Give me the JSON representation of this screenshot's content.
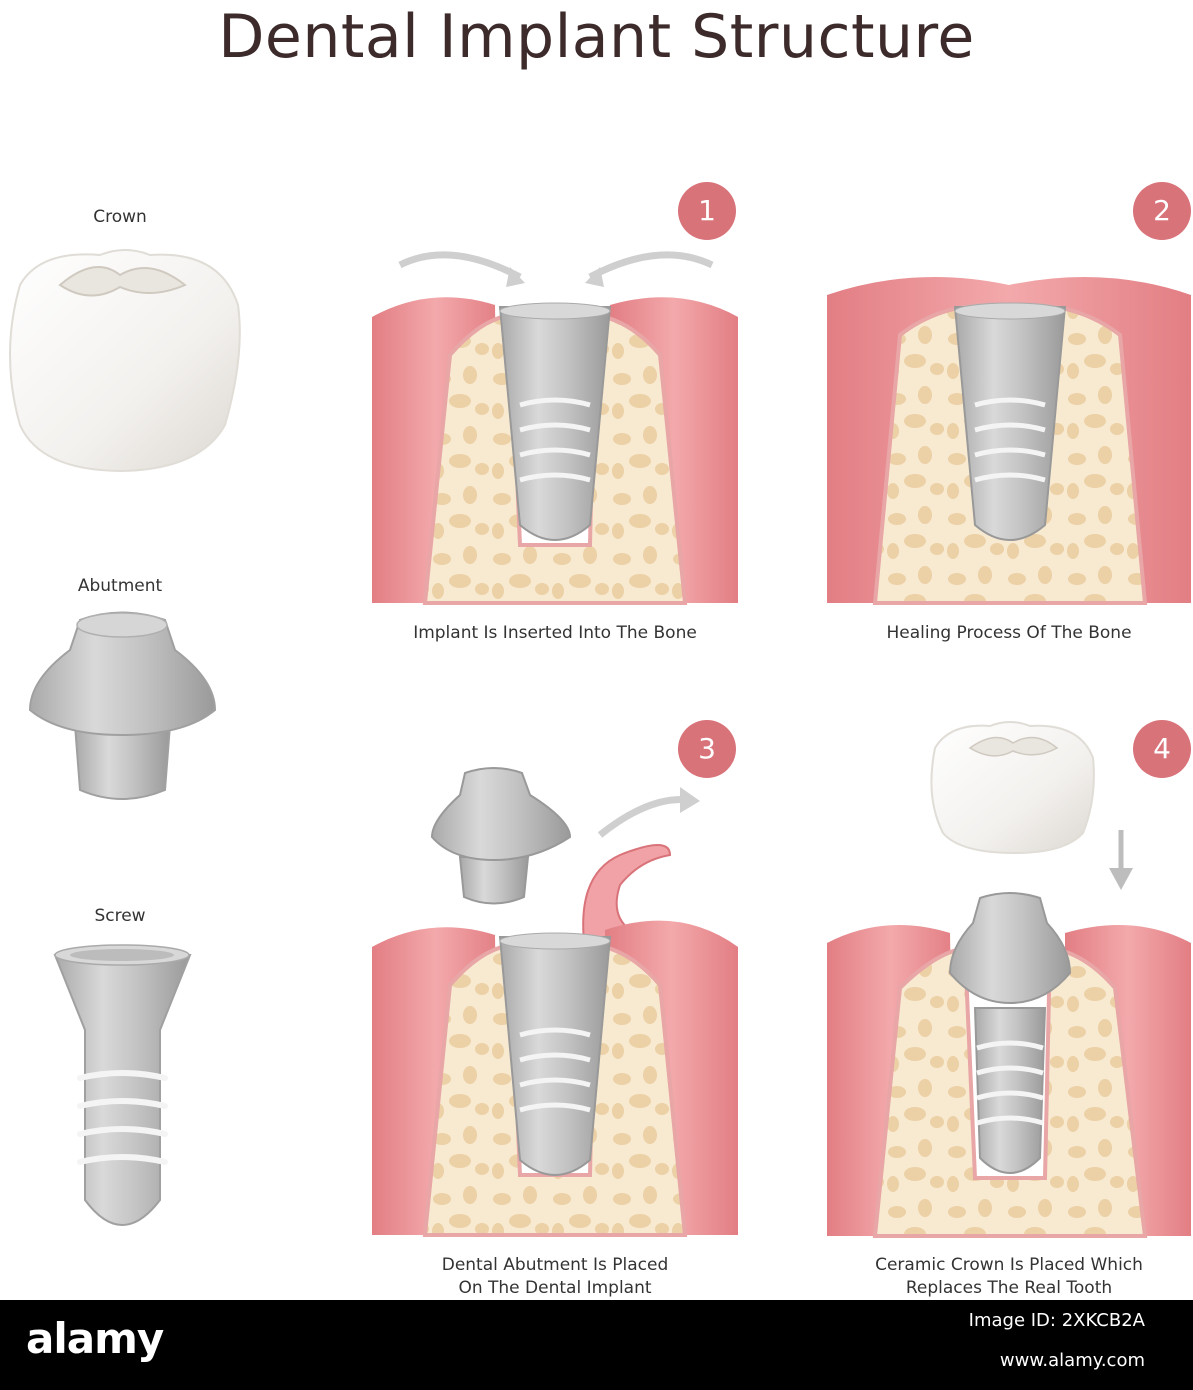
{
  "title": "Dental Implant Structure",
  "parts": {
    "crown": "Crown",
    "abutment": "Abutment",
    "screw": "Screw"
  },
  "steps": [
    {
      "number": "1",
      "caption_lines": [
        "Implant Is Inserted Into The Bone"
      ]
    },
    {
      "number": "2",
      "caption_lines": [
        "Healing Process Of The Bone"
      ]
    },
    {
      "number": "3",
      "caption_lines": [
        "Dental Abutment Is Placed",
        "On The Dental Implant"
      ]
    },
    {
      "number": "4",
      "caption_lines": [
        "Ceramic Crown Is Placed Which",
        "Replaces The Real Tooth"
      ]
    }
  ],
  "footer": {
    "brand": "alamy",
    "image_id": "Image ID: 2XKCB2A",
    "site": "www.alamy.com"
  },
  "colors": {
    "gum": "#e98b8f",
    "gum_dark": "#d9737a",
    "bone": "#f6e6c6",
    "metal": "#bdbdbd",
    "badge": "#d9737a"
  }
}
